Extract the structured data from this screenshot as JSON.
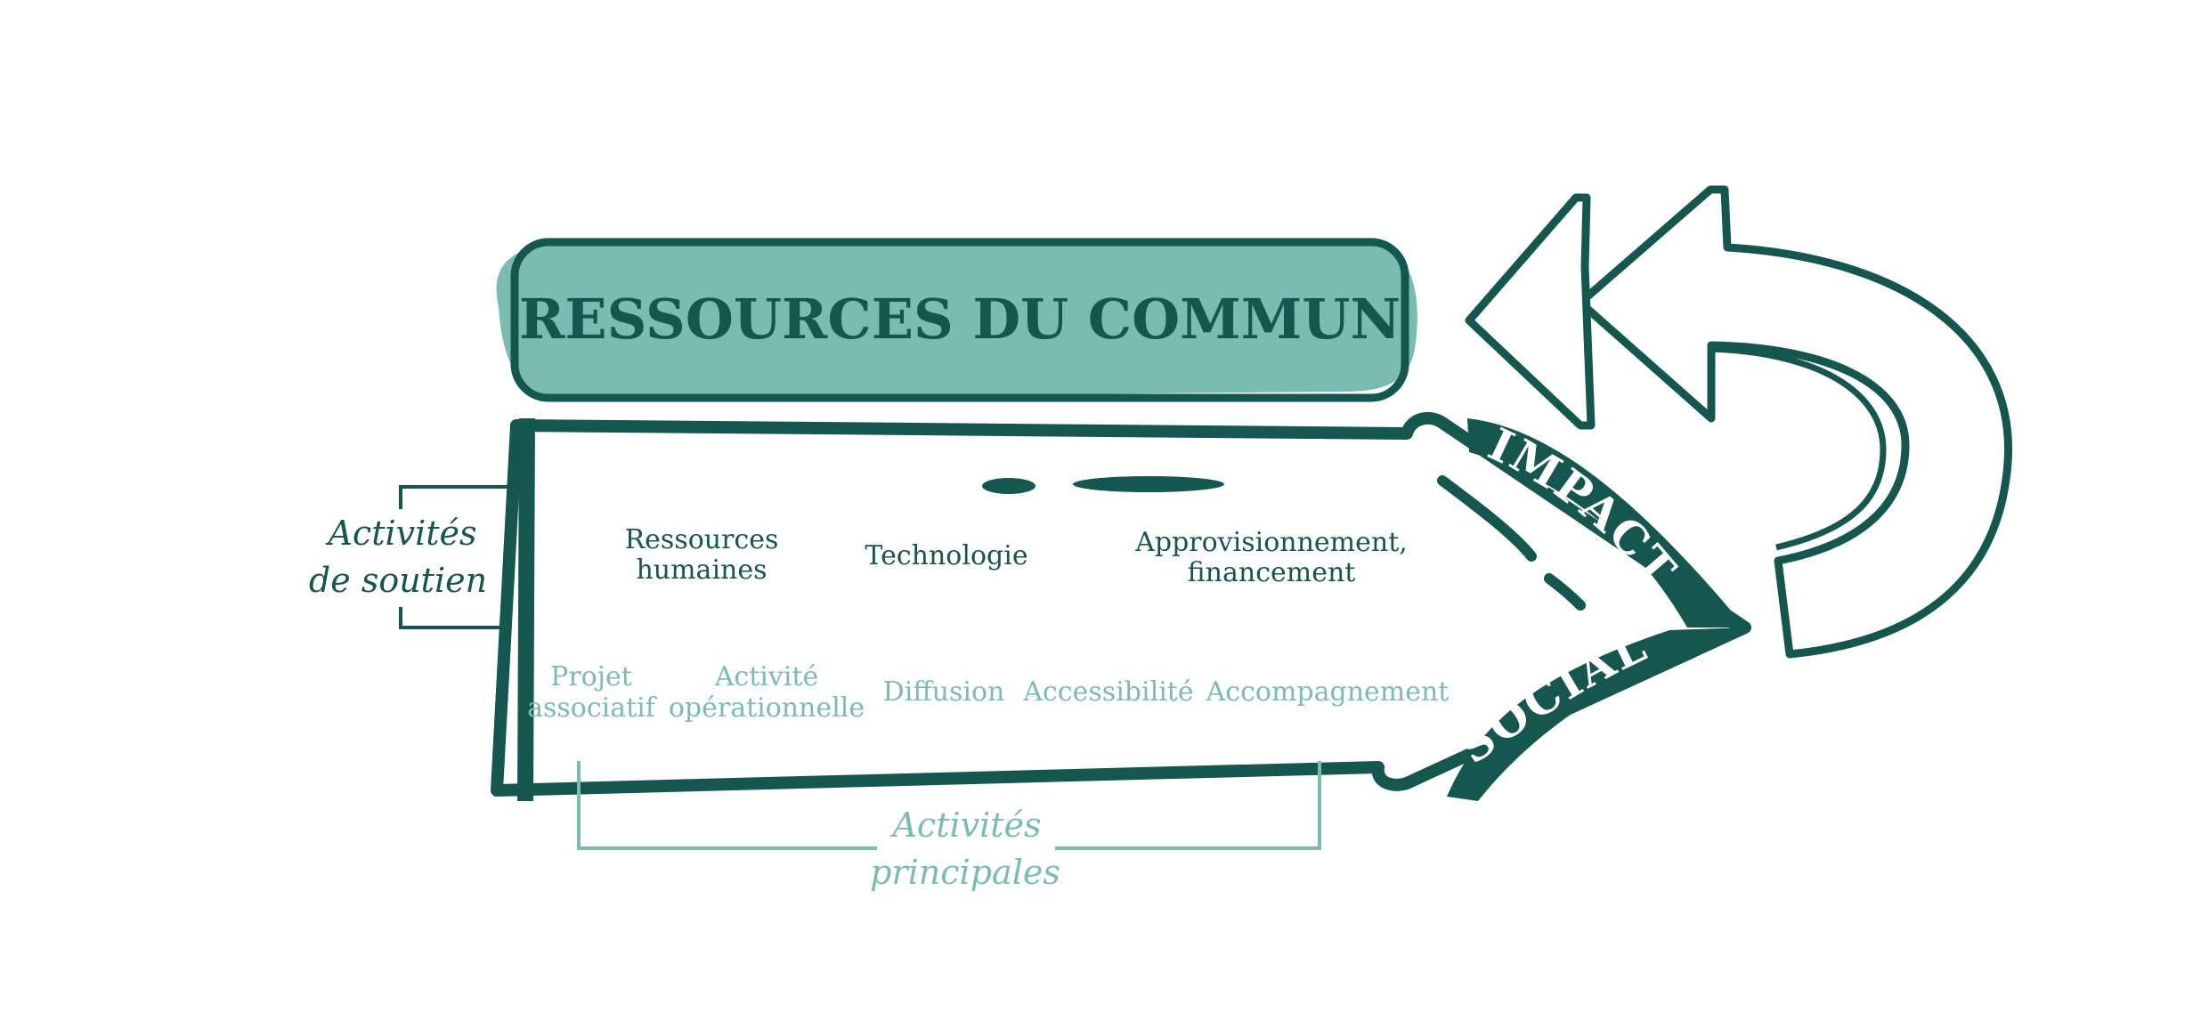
{
  "colors": {
    "dark_teal": "#15574e",
    "light_teal": "#7bbcb0",
    "white": "#ffffff"
  },
  "header": {
    "title": "RESSOURCES DU COMMUN"
  },
  "support": {
    "label_line1": "Activités",
    "label_line2": "de soutien",
    "items": [
      {
        "line1": "Ressources",
        "line2": "humaines"
      },
      {
        "line1": "Technologie",
        "line2": ""
      },
      {
        "line1": "Approvisionnement,",
        "line2": "financement"
      }
    ]
  },
  "primary": {
    "label_line1": "Activités",
    "label_line2": "principales",
    "items": [
      {
        "line1": "Projet",
        "line2": "associatif"
      },
      {
        "line1": "Activité",
        "line2": "opérationnelle"
      },
      {
        "line1": "Diffusion",
        "line2": ""
      },
      {
        "line1": "Accessibilité",
        "line2": ""
      },
      {
        "line1": "Accompagnement",
        "line2": ""
      }
    ]
  },
  "impact": {
    "word1": "IMPACT",
    "word2": "SOCIAL"
  },
  "icons": [
    "double-return-arrow-icon",
    "large-right-arrow-icon"
  ]
}
